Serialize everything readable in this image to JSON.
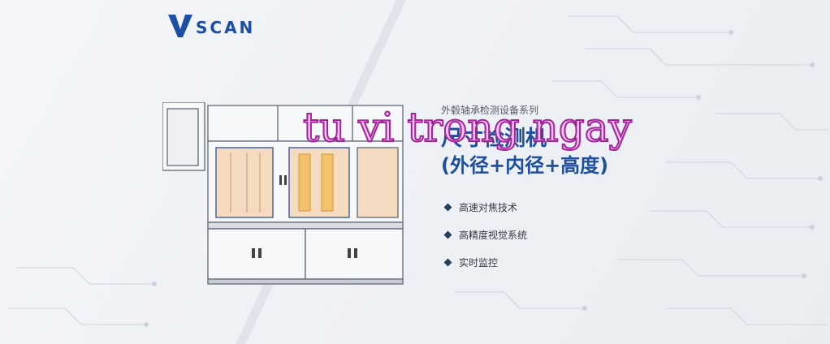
{
  "brand": {
    "logo_text": "SCAN"
  },
  "product": {
    "series": "外毂轴承检测设备系列",
    "title_line1": "尺寸检测机",
    "title_line2": "(外径+内径+高度)"
  },
  "features": [
    {
      "label": "高速对焦技术"
    },
    {
      "label": "高精度视觉系统"
    },
    {
      "label": "实时监控"
    }
  ],
  "overlay": {
    "text": "tu vi trong ngay"
  },
  "colors": {
    "brand_blue": "#1c4fa3",
    "title_blue": "#1f4f9c",
    "watermark_fill": "#f2c3ee",
    "watermark_stroke": "#a3229a",
    "machine_panel": "#f5dcc0"
  }
}
